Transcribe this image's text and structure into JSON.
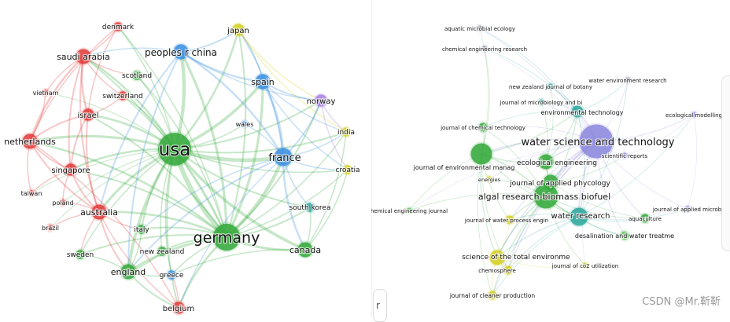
{
  "watermark": "CSDN @Mr.靳靳",
  "search_stub_text": "r",
  "palette": {
    "red": "#e23b3b",
    "green": "#33a83a",
    "blue": "#3b8fe0",
    "yellow": "#d4cf1e",
    "purple": "#a77ee0",
    "teal": "#2aa59a",
    "gray": "#8d8fa8",
    "lavender": "#8b87dd",
    "lightgreen": "#5fc65f"
  },
  "country_network": {
    "nodes": [
      {
        "id": "usa",
        "label": "usa",
        "color": "green",
        "weight": 10
      },
      {
        "id": "germany",
        "label": "germany",
        "color": "green",
        "weight": 8
      },
      {
        "id": "france",
        "label": "france",
        "color": "blue",
        "weight": 5
      },
      {
        "id": "peoples_r_china",
        "label": "peoples r china",
        "color": "blue",
        "weight": 4
      },
      {
        "id": "spain",
        "label": "spain",
        "color": "blue",
        "weight": 4
      },
      {
        "id": "canada",
        "label": "canada",
        "color": "green",
        "weight": 4
      },
      {
        "id": "england",
        "label": "england",
        "color": "green",
        "weight": 4
      },
      {
        "id": "australia",
        "label": "australia",
        "color": "red",
        "weight": 4
      },
      {
        "id": "netherlands",
        "label": "netherlands",
        "color": "red",
        "weight": 4
      },
      {
        "id": "saudi_arabia",
        "label": "saudi arabia",
        "color": "red",
        "weight": 4
      },
      {
        "id": "israel",
        "label": "israel",
        "color": "red",
        "weight": 3
      },
      {
        "id": "singapore",
        "label": "singapore",
        "color": "red",
        "weight": 3
      },
      {
        "id": "japan",
        "label": "japan",
        "color": "yellow",
        "weight": 3
      },
      {
        "id": "norway",
        "label": "norway",
        "color": "purple",
        "weight": 3
      },
      {
        "id": "india",
        "label": "india",
        "color": "yellow",
        "weight": 2
      },
      {
        "id": "croatia",
        "label": "croatia",
        "color": "yellow",
        "weight": 2
      },
      {
        "id": "south_korea",
        "label": "south korea",
        "color": "teal",
        "weight": 2
      },
      {
        "id": "belgium",
        "label": "belgium",
        "color": "red",
        "weight": 3
      },
      {
        "id": "denmark",
        "label": "denmark",
        "color": "red",
        "weight": 2
      },
      {
        "id": "scotland",
        "label": "scotland",
        "color": "green",
        "weight": 2
      },
      {
        "id": "switzerland",
        "label": "switzerland",
        "color": "red",
        "weight": 2
      },
      {
        "id": "vietnam",
        "label": "vietnam",
        "color": "red",
        "weight": 1
      },
      {
        "id": "wales",
        "label": "wales",
        "color": "blue",
        "weight": 1
      },
      {
        "id": "taiwan",
        "label": "taiwan",
        "color": "red",
        "weight": 1
      },
      {
        "id": "poland",
        "label": "poland",
        "color": "red",
        "weight": 1
      },
      {
        "id": "brazil",
        "label": "brazil",
        "color": "red",
        "weight": 1
      },
      {
        "id": "italy",
        "label": "italy",
        "color": "green",
        "weight": 2
      },
      {
        "id": "sweden",
        "label": "sweden",
        "color": "green",
        "weight": 2
      },
      {
        "id": "new_zealand",
        "label": "new zealand",
        "color": "green",
        "weight": 2
      },
      {
        "id": "greece",
        "label": "greece",
        "color": "blue",
        "weight": 2
      }
    ],
    "links": [
      [
        "usa",
        "germany",
        10
      ],
      [
        "usa",
        "france",
        8
      ],
      [
        "usa",
        "peoples_r_china",
        7
      ],
      [
        "usa",
        "spain",
        6
      ],
      [
        "usa",
        "canada",
        6
      ],
      [
        "usa",
        "england",
        6
      ],
      [
        "usa",
        "australia",
        5
      ],
      [
        "usa",
        "netherlands",
        5
      ],
      [
        "usa",
        "saudi_arabia",
        4
      ],
      [
        "usa",
        "israel",
        4
      ],
      [
        "usa",
        "singapore",
        4
      ],
      [
        "usa",
        "japan",
        4
      ],
      [
        "usa",
        "norway",
        3
      ],
      [
        "usa",
        "india",
        3
      ],
      [
        "usa",
        "croatia",
        2
      ],
      [
        "usa",
        "south_korea",
        3
      ],
      [
        "usa",
        "belgium",
        3
      ],
      [
        "usa",
        "denmark",
        2
      ],
      [
        "usa",
        "scotland",
        2
      ],
      [
        "usa",
        "switzerland",
        2
      ],
      [
        "usa",
        "italy",
        3
      ],
      [
        "usa",
        "sweden",
        2
      ],
      [
        "usa",
        "new_zealand",
        2
      ],
      [
        "usa",
        "greece",
        2
      ],
      [
        "usa",
        "wales",
        2
      ],
      [
        "usa",
        "vietnam",
        1
      ],
      [
        "usa",
        "taiwan",
        1
      ],
      [
        "usa",
        "poland",
        1
      ],
      [
        "usa",
        "brazil",
        1
      ],
      [
        "germany",
        "france",
        7
      ],
      [
        "germany",
        "spain",
        5
      ],
      [
        "germany",
        "peoples_r_china",
        5
      ],
      [
        "germany",
        "canada",
        5
      ],
      [
        "germany",
        "england",
        5
      ],
      [
        "germany",
        "australia",
        4
      ],
      [
        "germany",
        "netherlands",
        4
      ],
      [
        "germany",
        "italy",
        3
      ],
      [
        "germany",
        "belgium",
        4
      ],
      [
        "germany",
        "norway",
        3
      ],
      [
        "germany",
        "japan",
        3
      ],
      [
        "germany",
        "south_korea",
        3
      ],
      [
        "germany",
        "sweden",
        3
      ],
      [
        "germany",
        "new_zealand",
        3
      ],
      [
        "germany",
        "greece",
        2
      ],
      [
        "germany",
        "croatia",
        2
      ],
      [
        "germany",
        "india",
        2
      ],
      [
        "germany",
        "israel",
        3
      ],
      [
        "germany",
        "saudi_arabia",
        3
      ],
      [
        "germany",
        "singapore",
        3
      ],
      [
        "germany",
        "switzerland",
        2
      ],
      [
        "germany",
        "scotland",
        2
      ],
      [
        "germany",
        "denmark",
        2
      ],
      [
        "france",
        "spain",
        5
      ],
      [
        "france",
        "peoples_r_china",
        4
      ],
      [
        "france",
        "canada",
        4
      ],
      [
        "france",
        "norway",
        3
      ],
      [
        "france",
        "croatia",
        2
      ],
      [
        "france",
        "india",
        2
      ],
      [
        "france",
        "japan",
        3
      ],
      [
        "france",
        "south_korea",
        2
      ],
      [
        "france",
        "wales",
        2
      ],
      [
        "france",
        "belgium",
        2
      ],
      [
        "france",
        "england",
        3
      ],
      [
        "france",
        "italy",
        2
      ],
      [
        "peoples_r_china",
        "spain",
        4
      ],
      [
        "peoples_r_china",
        "japan",
        3
      ],
      [
        "peoples_r_china",
        "australia",
        3
      ],
      [
        "peoples_r_china",
        "england",
        3
      ],
      [
        "peoples_r_china",
        "saudi_arabia",
        2
      ],
      [
        "peoples_r_china",
        "norway",
        2
      ],
      [
        "spain",
        "norway",
        3
      ],
      [
        "spain",
        "japan",
        2
      ],
      [
        "spain",
        "croatia",
        2
      ],
      [
        "spain",
        "india",
        2
      ],
      [
        "saudi_arabia",
        "israel",
        4
      ],
      [
        "saudi_arabia",
        "netherlands",
        4
      ],
      [
        "saudi_arabia",
        "singapore",
        3
      ],
      [
        "saudi_arabia",
        "australia",
        3
      ],
      [
        "saudi_arabia",
        "denmark",
        2
      ],
      [
        "saudi_arabia",
        "switzerland",
        2
      ],
      [
        "saudi_arabia",
        "vietnam",
        2
      ],
      [
        "saudi_arabia",
        "scotland",
        2
      ],
      [
        "israel",
        "netherlands",
        3
      ],
      [
        "israel",
        "singapore",
        3
      ],
      [
        "israel",
        "australia",
        3
      ],
      [
        "israel",
        "switzerland",
        2
      ],
      [
        "netherlands",
        "singapore",
        3
      ],
      [
        "netherlands",
        "australia",
        3
      ],
      [
        "netherlands",
        "taiwan",
        2
      ],
      [
        "netherlands",
        "vietnam",
        2
      ],
      [
        "singapore",
        "australia",
        3
      ],
      [
        "singapore",
        "poland",
        2
      ],
      [
        "singapore",
        "taiwan",
        2
      ],
      [
        "australia",
        "brazil",
        2
      ],
      [
        "australia",
        "poland",
        2
      ],
      [
        "australia",
        "italy",
        2
      ],
      [
        "australia",
        "belgium",
        2
      ],
      [
        "australia",
        "england",
        3
      ],
      [
        "australia",
        "sweden",
        2
      ],
      [
        "england",
        "belgium",
        3
      ],
      [
        "england",
        "new_zealand",
        2
      ],
      [
        "england",
        "greece",
        2
      ],
      [
        "england",
        "sweden",
        2
      ],
      [
        "england",
        "italy",
        2
      ],
      [
        "canada",
        "south_korea",
        2
      ],
      [
        "canada",
        "croatia",
        2
      ],
      [
        "canada",
        "greece",
        2
      ],
      [
        "canada",
        "india",
        2
      ],
      [
        "japan",
        "india",
        2
      ],
      [
        "japan",
        "norway",
        2
      ],
      [
        "norway",
        "croatia",
        2
      ],
      [
        "norway",
        "india",
        2
      ],
      [
        "belgium",
        "netherlands",
        2
      ],
      [
        "belgium",
        "greece",
        2
      ],
      [
        "denmark",
        "netherlands",
        2
      ],
      [
        "denmark",
        "israel",
        2
      ]
    ]
  },
  "journal_network": {
    "nodes": [
      {
        "id": "wst",
        "label": "water science and technology",
        "color": "lavender",
        "weight": 10
      },
      {
        "id": "arbb",
        "label": "algal research-biomass biofuel",
        "color": "green",
        "weight": 7
      },
      {
        "id": "jem",
        "label": "journal of environmental manag",
        "color": "green",
        "weight": 6
      },
      {
        "id": "wr",
        "label": "water research",
        "color": "teal",
        "weight": 5
      },
      {
        "id": "ee",
        "label": "ecological engineering",
        "color": "green",
        "weight": 4
      },
      {
        "id": "et",
        "label": "environmental technology",
        "color": "teal",
        "weight": 3
      },
      {
        "id": "jap",
        "label": "journal of applied phycology",
        "color": "green",
        "weight": 4
      },
      {
        "id": "stoten",
        "label": "science of the total environme",
        "color": "yellow",
        "weight": 4
      },
      {
        "id": "jcp",
        "label": "journal of cleaner production",
        "color": "yellow",
        "weight": 2
      },
      {
        "id": "chem",
        "label": "chemosphere",
        "color": "yellow",
        "weight": 2
      },
      {
        "id": "jwpe",
        "label": "journal of water process engin",
        "color": "yellow",
        "weight": 2
      },
      {
        "id": "co2",
        "label": "journal of co2 utilization",
        "color": "yellow",
        "weight": 1
      },
      {
        "id": "dwt",
        "label": "desalination and water treatme",
        "color": "lightgreen",
        "weight": 2
      },
      {
        "id": "aqua",
        "label": "aquaculture",
        "color": "green",
        "weight": 2
      },
      {
        "id": "jam",
        "label": "journal of applied microbiolog",
        "color": "lavender",
        "weight": 1
      },
      {
        "id": "ecomod",
        "label": "ecological modelling",
        "color": "lavender",
        "weight": 1
      },
      {
        "id": "sr",
        "label": "scientific reports",
        "color": "lavender",
        "weight": 1
      },
      {
        "id": "energies",
        "label": "energies",
        "color": "yellow",
        "weight": 1
      },
      {
        "id": "che_j",
        "label": "hemical engineering journal",
        "color": "lightgreen",
        "weight": 1
      },
      {
        "id": "jct",
        "label": "journal of chemical technology",
        "color": "green",
        "weight": 2
      },
      {
        "id": "jmb",
        "label": "journal of microbiology and bi",
        "color": "teal",
        "weight": 1
      },
      {
        "id": "nzjb",
        "label": "new zealand journal of botany",
        "color": "teal",
        "weight": 1
      },
      {
        "id": "wer",
        "label": "water environment research",
        "color": "gray",
        "weight": 1
      },
      {
        "id": "cer",
        "label": "chemical engineering research",
        "color": "gray",
        "weight": 1
      },
      {
        "id": "ame",
        "label": "aquatic microbial ecology",
        "color": "gray",
        "weight": 1
      }
    ],
    "links": [
      [
        "wst",
        "arbb",
        8
      ],
      [
        "wst",
        "jem",
        6
      ],
      [
        "wst",
        "wr",
        6
      ],
      [
        "wst",
        "ee",
        5
      ],
      [
        "wst",
        "et",
        4
      ],
      [
        "wst",
        "jap",
        5
      ],
      [
        "wst",
        "stoten",
        4
      ],
      [
        "wst",
        "jcp",
        3
      ],
      [
        "wst",
        "chem",
        3
      ],
      [
        "wst",
        "jwpe",
        3
      ],
      [
        "wst",
        "dwt",
        3
      ],
      [
        "wst",
        "aqua",
        3
      ],
      [
        "wst",
        "jam",
        2
      ],
      [
        "wst",
        "ecomod",
        3
      ],
      [
        "wst",
        "sr",
        2
      ],
      [
        "wst",
        "wer",
        2
      ],
      [
        "wst",
        "jct",
        2
      ],
      [
        "wst",
        "jmb",
        2
      ],
      [
        "wst",
        "nzjb",
        2
      ],
      [
        "wst",
        "cer",
        1
      ],
      [
        "wst",
        "ame",
        2
      ],
      [
        "wst",
        "che_j",
        1
      ],
      [
        "wst",
        "energies",
        2
      ],
      [
        "wst",
        "co2",
        1
      ],
      [
        "arbb",
        "jem",
        5
      ],
      [
        "arbb",
        "wr",
        5
      ],
      [
        "arbb",
        "ee",
        4
      ],
      [
        "arbb",
        "jap",
        5
      ],
      [
        "arbb",
        "stoten",
        4
      ],
      [
        "arbb",
        "jcp",
        3
      ],
      [
        "arbb",
        "chem",
        3
      ],
      [
        "arbb",
        "jwpe",
        3
      ],
      [
        "arbb",
        "energies",
        3
      ],
      [
        "arbb",
        "che_j",
        2
      ],
      [
        "arbb",
        "co2",
        2
      ],
      [
        "arbb",
        "aqua",
        2
      ],
      [
        "arbb",
        "dwt",
        2
      ],
      [
        "arbb",
        "et",
        3
      ],
      [
        "arbb",
        "jct",
        2
      ],
      [
        "jem",
        "ee",
        4
      ],
      [
        "jem",
        "wr",
        3
      ],
      [
        "jem",
        "stoten",
        3
      ],
      [
        "jem",
        "jct",
        3
      ],
      [
        "jem",
        "jwpe",
        2
      ],
      [
        "jem",
        "che_j",
        2
      ],
      [
        "jem",
        "et",
        3
      ],
      [
        "jem",
        "ame",
        1
      ],
      [
        "jem",
        "cer",
        2
      ],
      [
        "jem",
        "chem",
        2
      ],
      [
        "jem",
        "jcp",
        2
      ],
      [
        "wr",
        "stoten",
        3
      ],
      [
        "wr",
        "dwt",
        3
      ],
      [
        "wr",
        "aqua",
        2
      ],
      [
        "wr",
        "jam",
        2
      ],
      [
        "wr",
        "chem",
        2
      ],
      [
        "wr",
        "jcp",
        2
      ],
      [
        "wr",
        "jwpe",
        2
      ],
      [
        "wr",
        "ecomod",
        2
      ],
      [
        "wr",
        "wer",
        2
      ],
      [
        "wr",
        "et",
        3
      ],
      [
        "ee",
        "jap",
        3
      ],
      [
        "ee",
        "et",
        3
      ],
      [
        "ee",
        "jmb",
        2
      ],
      [
        "ee",
        "nzjb",
        2
      ],
      [
        "stoten",
        "jcp",
        3
      ],
      [
        "stoten",
        "chem",
        3
      ],
      [
        "stoten",
        "co2",
        2
      ],
      [
        "stoten",
        "jwpe",
        2
      ],
      [
        "et",
        "jmb",
        2
      ],
      [
        "et",
        "nzjb",
        2
      ],
      [
        "et",
        "wer",
        2
      ],
      [
        "et",
        "cer",
        2
      ],
      [
        "et",
        "ame",
        2
      ],
      [
        "et",
        "jct",
        2
      ],
      [
        "jap",
        "aqua",
        2
      ],
      [
        "jap",
        "sr",
        2
      ],
      [
        "sr",
        "ecomod",
        1
      ],
      [
        "jam",
        "ecomod",
        1
      ],
      [
        "jam",
        "aqua",
        1
      ]
    ]
  }
}
